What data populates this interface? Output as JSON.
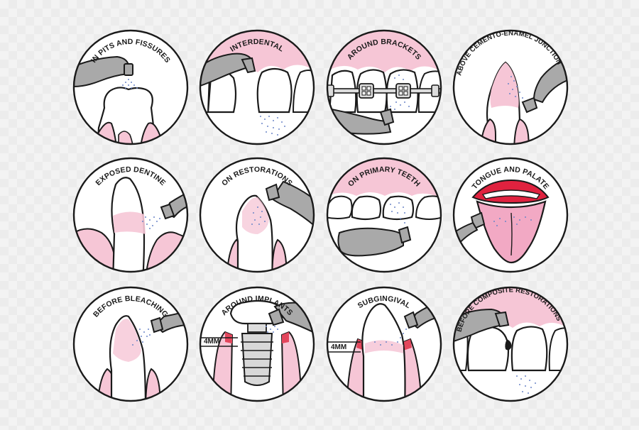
{
  "colors": {
    "gum_pink": "#f6c6d6",
    "gum_outline_pink": "#e9a3bd",
    "tooth_white": "#ffffff",
    "instrument_grey": "#a9a9a9",
    "spray_blue": "#6c86c8",
    "outline": "#1a1a1a",
    "mouth_red": "#e0223f",
    "tongue_pink": "#f2a9c4",
    "inflamed_red": "#e3465c"
  },
  "icons": [
    {
      "label": "IN PITS AND FISSURES",
      "icon": "molar-fissure-icon"
    },
    {
      "label": "INTERDENTAL",
      "icon": "interdental-icon"
    },
    {
      "label": "AROUND BRACKETS",
      "icon": "brackets-icon"
    },
    {
      "label": "ABOVE CEMENTO-ENAMEL JUNCTION",
      "icon": "cemento-enamel-junction-icon"
    },
    {
      "label": "EXPOSED DENTINE",
      "icon": "exposed-dentine-icon"
    },
    {
      "label": "ON RESTORATIONS",
      "icon": "restorations-icon"
    },
    {
      "label": "ON PRIMARY TEETH",
      "icon": "primary-teeth-icon"
    },
    {
      "label": "TONGUE AND PALATE",
      "icon": "tongue-palate-icon"
    },
    {
      "label": "BEFORE BLEACHING",
      "icon": "bleaching-icon"
    },
    {
      "label": "AROUND IMPLANTS",
      "icon": "implant-icon"
    },
    {
      "label": "SUBGINGIVAL",
      "icon": "subgingival-icon"
    },
    {
      "label": "BEFORE COMPOSITE RESTORATIONS",
      "icon": "composite-restoration-icon"
    }
  ],
  "measurements": {
    "implant_depth": "4MM",
    "subgingival_depth": "4MM"
  }
}
